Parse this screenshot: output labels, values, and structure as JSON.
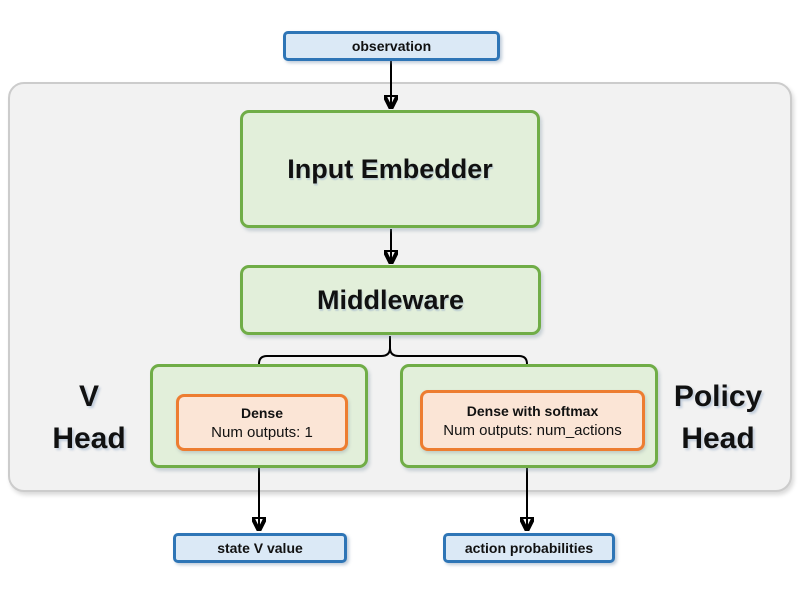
{
  "colors": {
    "blue_fill": "#dbe9f6",
    "blue_border": "#2e75b6",
    "green_fill": "#e2efda",
    "green_border": "#70ad47",
    "orange_fill": "#fbe5d6",
    "orange_border": "#ed7d31",
    "container_fill": "#f2f2f2",
    "container_border": "#cccccc",
    "arrow_color": "#000000",
    "text_color": "#111111"
  },
  "nodes": {
    "observation": {
      "label": "observation"
    },
    "input_embedder": {
      "label": "Input Embedder"
    },
    "middleware": {
      "label": "Middleware"
    },
    "v_head": {
      "title_line1": "V",
      "title_line2": "Head",
      "dense": {
        "title": "Dense",
        "outputs": "Num outputs: 1"
      }
    },
    "policy_head": {
      "title_line1": "Policy",
      "title_line2": "Head",
      "dense": {
        "title": "Dense with softmax",
        "outputs": "Num outputs: num_actions"
      }
    },
    "state_v_value": {
      "label": "state V value"
    },
    "action_probabilities": {
      "label": "action probabilities"
    }
  }
}
